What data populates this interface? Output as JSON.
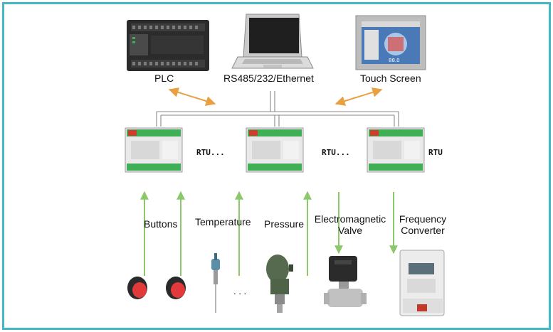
{
  "devices": {
    "plc": "PLC",
    "comm": "RS485/232/Ethernet",
    "touch": "Touch Screen"
  },
  "rtu_labels": {
    "rtu1": "RTU...",
    "rtu2": "RTU...",
    "rtu3": "RTU"
  },
  "sensors": {
    "buttons": "Buttons",
    "temperature": "Temperature",
    "pressure": "Pressure",
    "valve_line1": "Electromagnetic",
    "valve_line2": "Valve",
    "freq_line1": "Frequency",
    "freq_line2": "Converter",
    "ellipsis": ". . ."
  },
  "touch_screen_text": "88.0",
  "colors": {
    "frame": "#45b7c4",
    "bus_arrow": "#e8a040",
    "signal_arrow": "#8bc86a",
    "module_body": "#e9e9e9",
    "terminal": "#3fae55"
  }
}
